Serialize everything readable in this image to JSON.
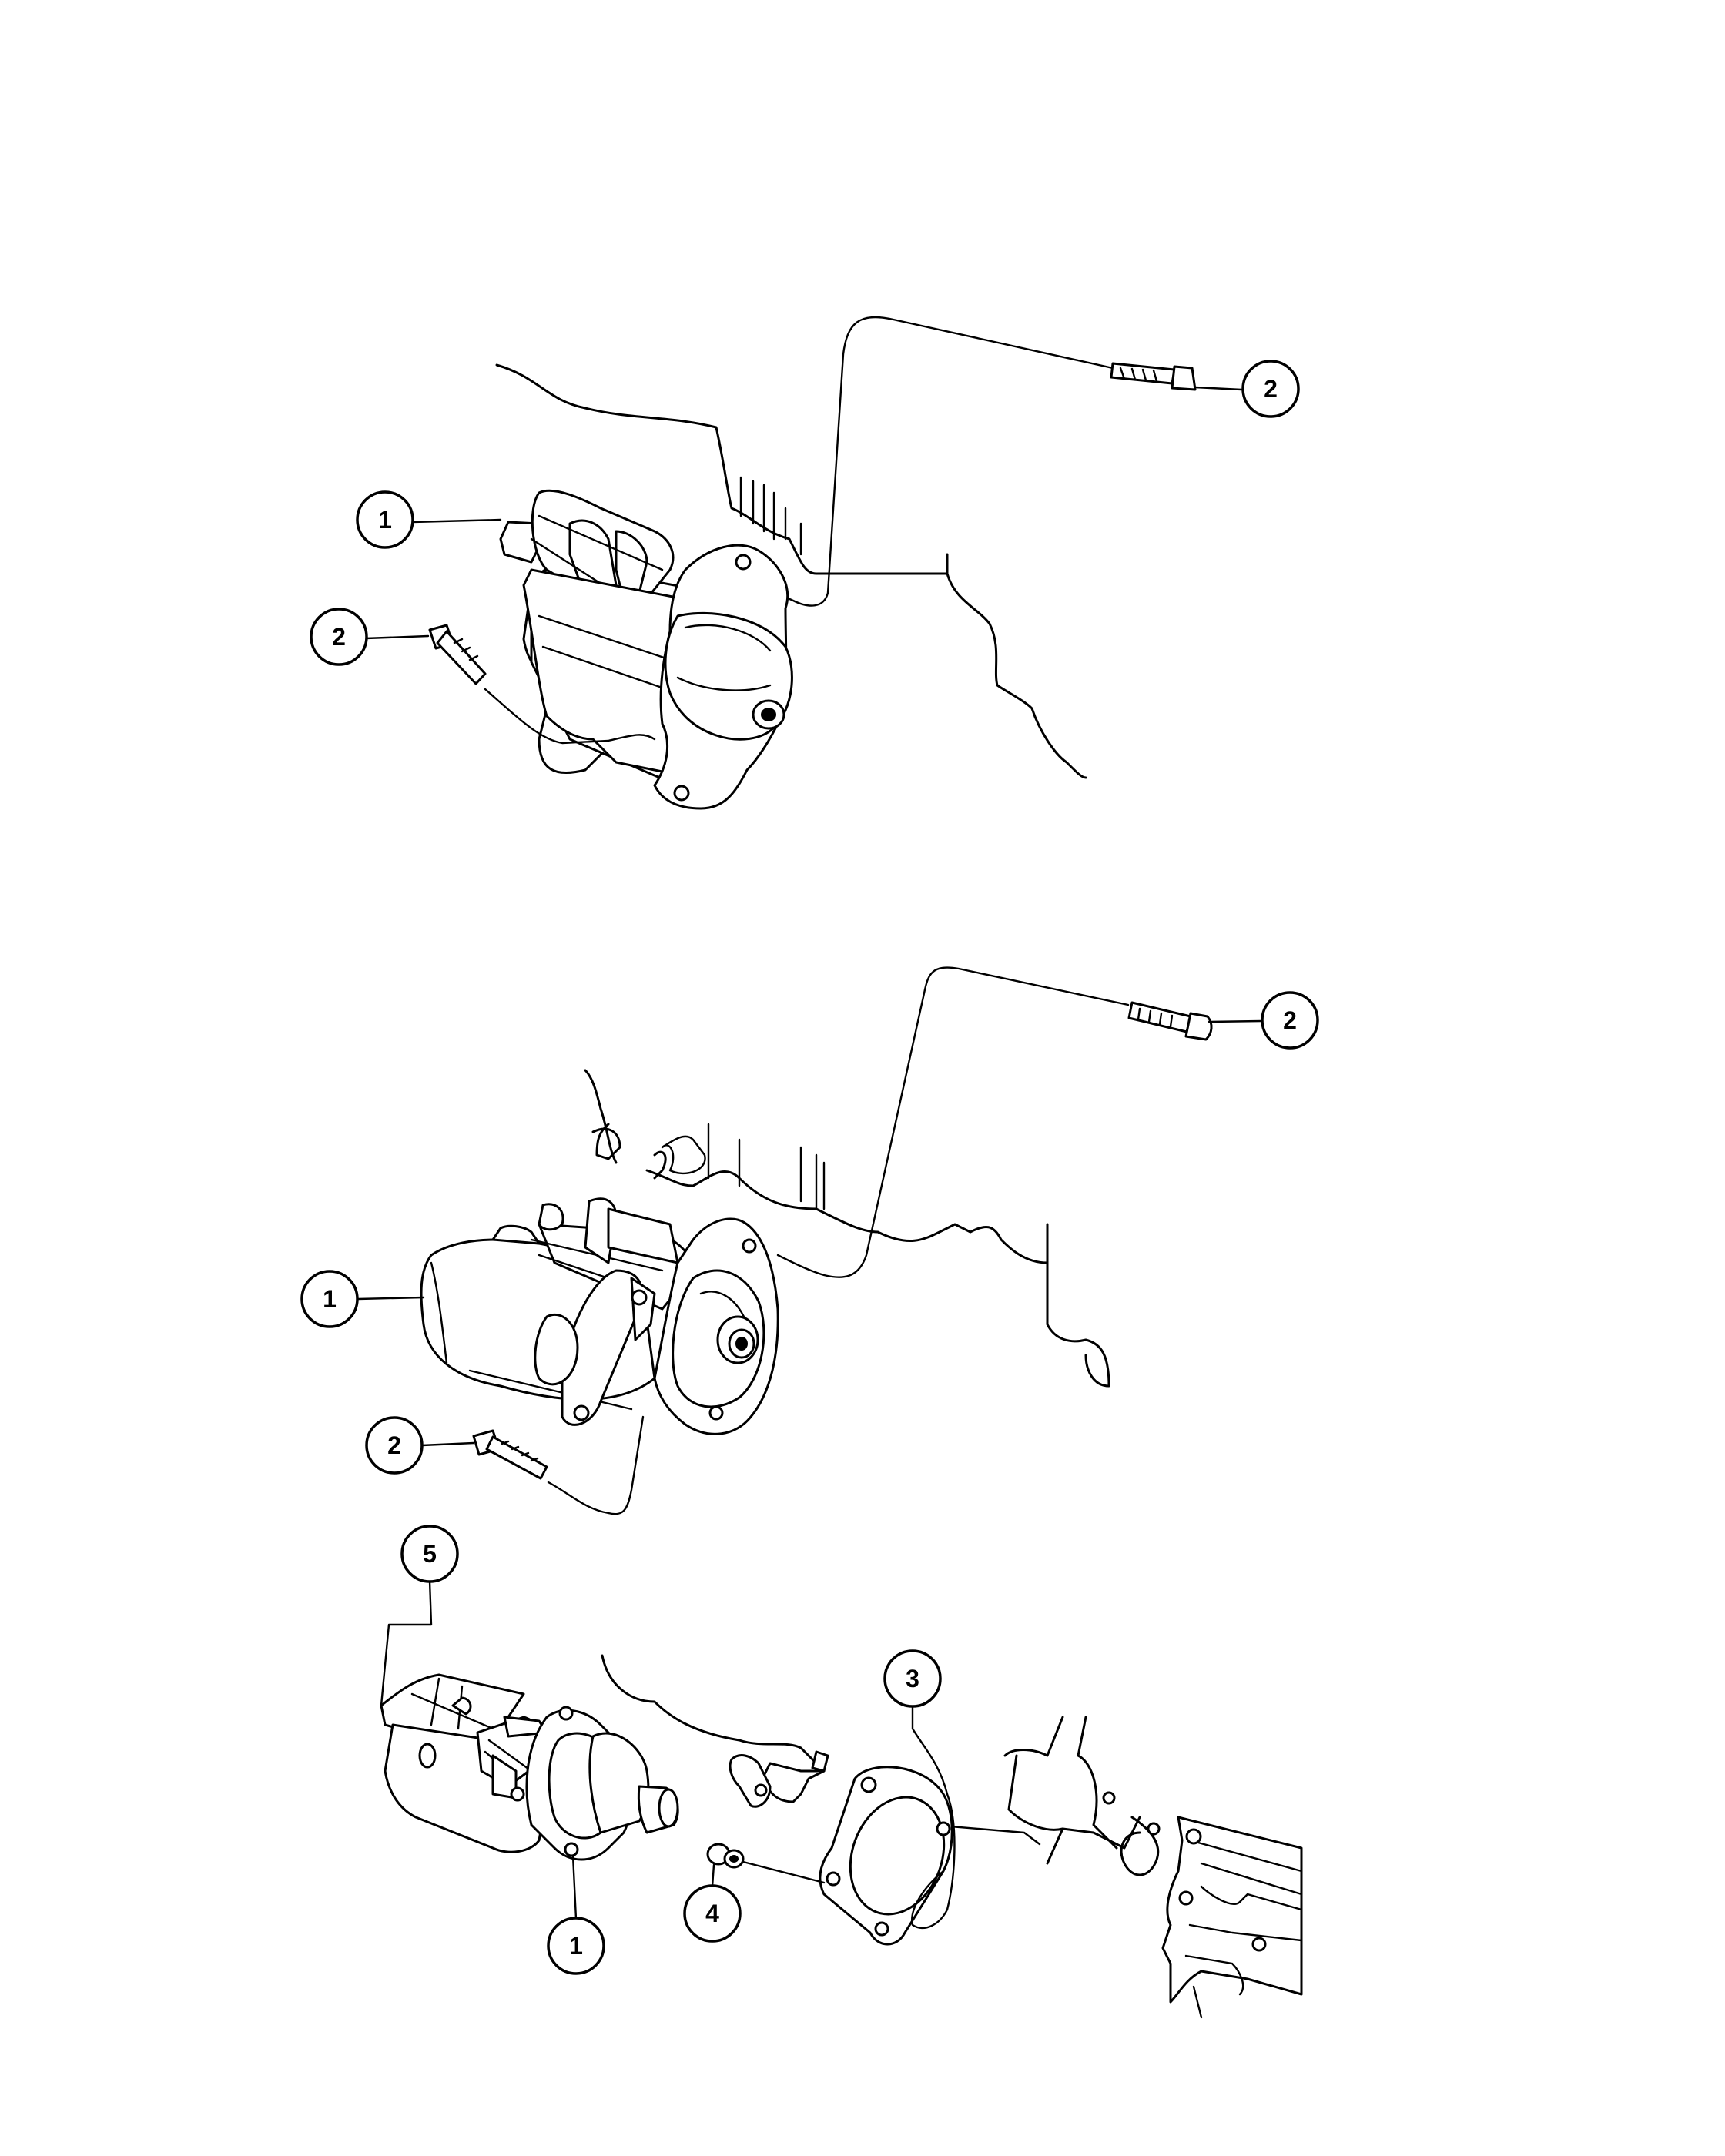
{
  "callouts": {
    "top_2a": "2",
    "top_1": "1",
    "top_2b": "2",
    "mid_2a": "2",
    "mid_1": "1",
    "mid_2b": "2",
    "bot_5": "5",
    "bot_3": "3",
    "bot_4": "4",
    "bot_1": "1"
  }
}
